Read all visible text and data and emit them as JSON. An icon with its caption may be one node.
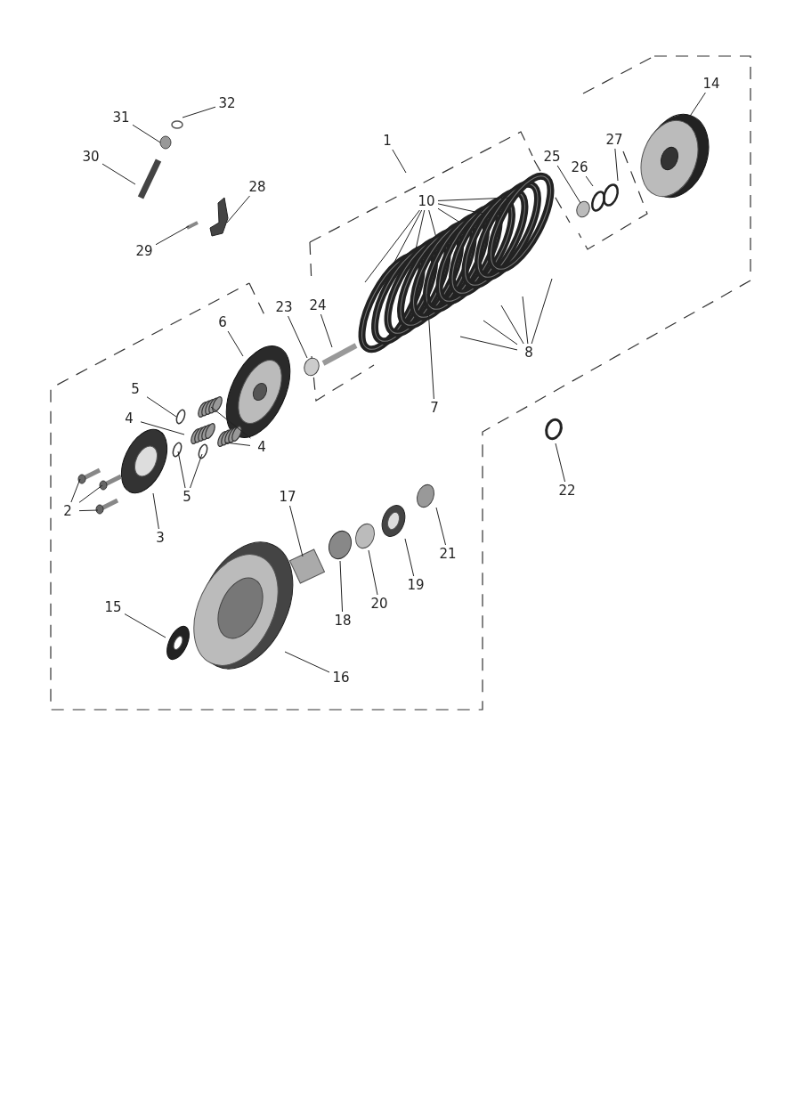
{
  "diagram": {
    "nodes": [
      {
        "text": [
          "1"
        ]
      },
      {
        "text": [
          "2"
        ]
      },
      {
        "text": [
          "3"
        ]
      },
      {
        "text": [
          "4"
        ]
      },
      {
        "text": [
          "4"
        ]
      },
      {
        "text": [
          "5"
        ]
      },
      {
        "text": [
          "5"
        ]
      },
      {
        "text": [
          "6"
        ]
      },
      {
        "text": [
          "7"
        ]
      },
      {
        "text": [
          "8"
        ]
      },
      {
        "text": [
          "10"
        ]
      },
      {
        "text": [
          "14"
        ]
      },
      {
        "text": [
          "15"
        ]
      },
      {
        "text": [
          "16"
        ]
      },
      {
        "text": [
          "17"
        ]
      },
      {
        "text": [
          "18"
        ]
      },
      {
        "text": [
          "19"
        ]
      },
      {
        "text": [
          "20"
        ]
      },
      {
        "text": [
          "21"
        ]
      },
      {
        "text": [
          "22"
        ]
      },
      {
        "text": [
          "23"
        ]
      },
      {
        "text": [
          "24"
        ]
      },
      {
        "text": [
          "25"
        ]
      },
      {
        "text": [
          "26"
        ]
      },
      {
        "text": [
          "27"
        ]
      },
      {
        "text": [
          "28"
        ]
      },
      {
        "text": [
          "29"
        ]
      },
      {
        "text": [
          "30"
        ]
      },
      {
        "text": [
          "31"
        ]
      },
      {
        "text": [
          "32"
        ]
      }
    ],
    "edges": [
      {
        "from": 0,
        "to": null,
        "arrow": "none"
      },
      {
        "from": 1,
        "to": null,
        "arrow": "none"
      },
      {
        "from": 1,
        "to": null,
        "arrow": "none"
      },
      {
        "from": 1,
        "to": null,
        "arrow": "none"
      },
      {
        "from": 2,
        "to": null,
        "arrow": "none"
      },
      {
        "from": 3,
        "to": null,
        "arrow": "none"
      },
      {
        "from": 4,
        "to": null,
        "arrow": "none"
      },
      {
        "from": 4,
        "to": null,
        "arrow": "none"
      },
      {
        "from": 5,
        "to": null,
        "arrow": "none"
      },
      {
        "from": 6,
        "to": null,
        "arrow": "none"
      },
      {
        "from": 6,
        "to": null,
        "arrow": "none"
      },
      {
        "from": 7,
        "to": null,
        "arrow": "none"
      },
      {
        "from": 8,
        "to": null,
        "arrow": "none"
      },
      {
        "from": 9,
        "to": null,
        "arrow": "none"
      },
      {
        "from": 9,
        "to": null,
        "arrow": "none"
      },
      {
        "from": 9,
        "to": null,
        "arrow": "none"
      },
      {
        "from": 9,
        "to": null,
        "arrow": "none"
      },
      {
        "from": 9,
        "to": null,
        "arrow": "none"
      },
      {
        "from": 10,
        "to": null,
        "arrow": "none"
      },
      {
        "from": 10,
        "to": null,
        "arrow": "none"
      },
      {
        "from": 10,
        "to": null,
        "arrow": "none"
      },
      {
        "from": 10,
        "to": null,
        "arrow": "none"
      },
      {
        "from": 10,
        "to": null,
        "arrow": "none"
      },
      {
        "from": 10,
        "to": null,
        "arrow": "none"
      },
      {
        "from": 10,
        "to": null,
        "arrow": "none"
      },
      {
        "from": 11,
        "to": null,
        "arrow": "none"
      },
      {
        "from": 12,
        "to": null,
        "arrow": "none"
      },
      {
        "from": 13,
        "to": null,
        "arrow": "none"
      },
      {
        "from": 14,
        "to": null,
        "arrow": "none"
      },
      {
        "from": 15,
        "to": null,
        "arrow": "none"
      },
      {
        "from": 16,
        "to": null,
        "arrow": "none"
      },
      {
        "from": 17,
        "to": null,
        "arrow": "none"
      },
      {
        "from": 18,
        "to": null,
        "arrow": "none"
      },
      {
        "from": 19,
        "to": null,
        "arrow": "none"
      },
      {
        "from": 20,
        "to": null,
        "arrow": "none"
      },
      {
        "from": 21,
        "to": null,
        "arrow": "none"
      },
      {
        "from": 22,
        "to": null,
        "arrow": "none"
      },
      {
        "from": 23,
        "to": null,
        "arrow": "none"
      },
      {
        "from": 24,
        "to": null,
        "arrow": "none"
      },
      {
        "from": 25,
        "to": null,
        "arrow": "none"
      },
      {
        "from": 26,
        "to": null,
        "arrow": "none"
      },
      {
        "from": 27,
        "to": null,
        "arrow": "none"
      },
      {
        "from": 28,
        "to": null,
        "arrow": "none"
      },
      {
        "from": 29,
        "to": null,
        "arrow": "none"
      }
    ]
  }
}
